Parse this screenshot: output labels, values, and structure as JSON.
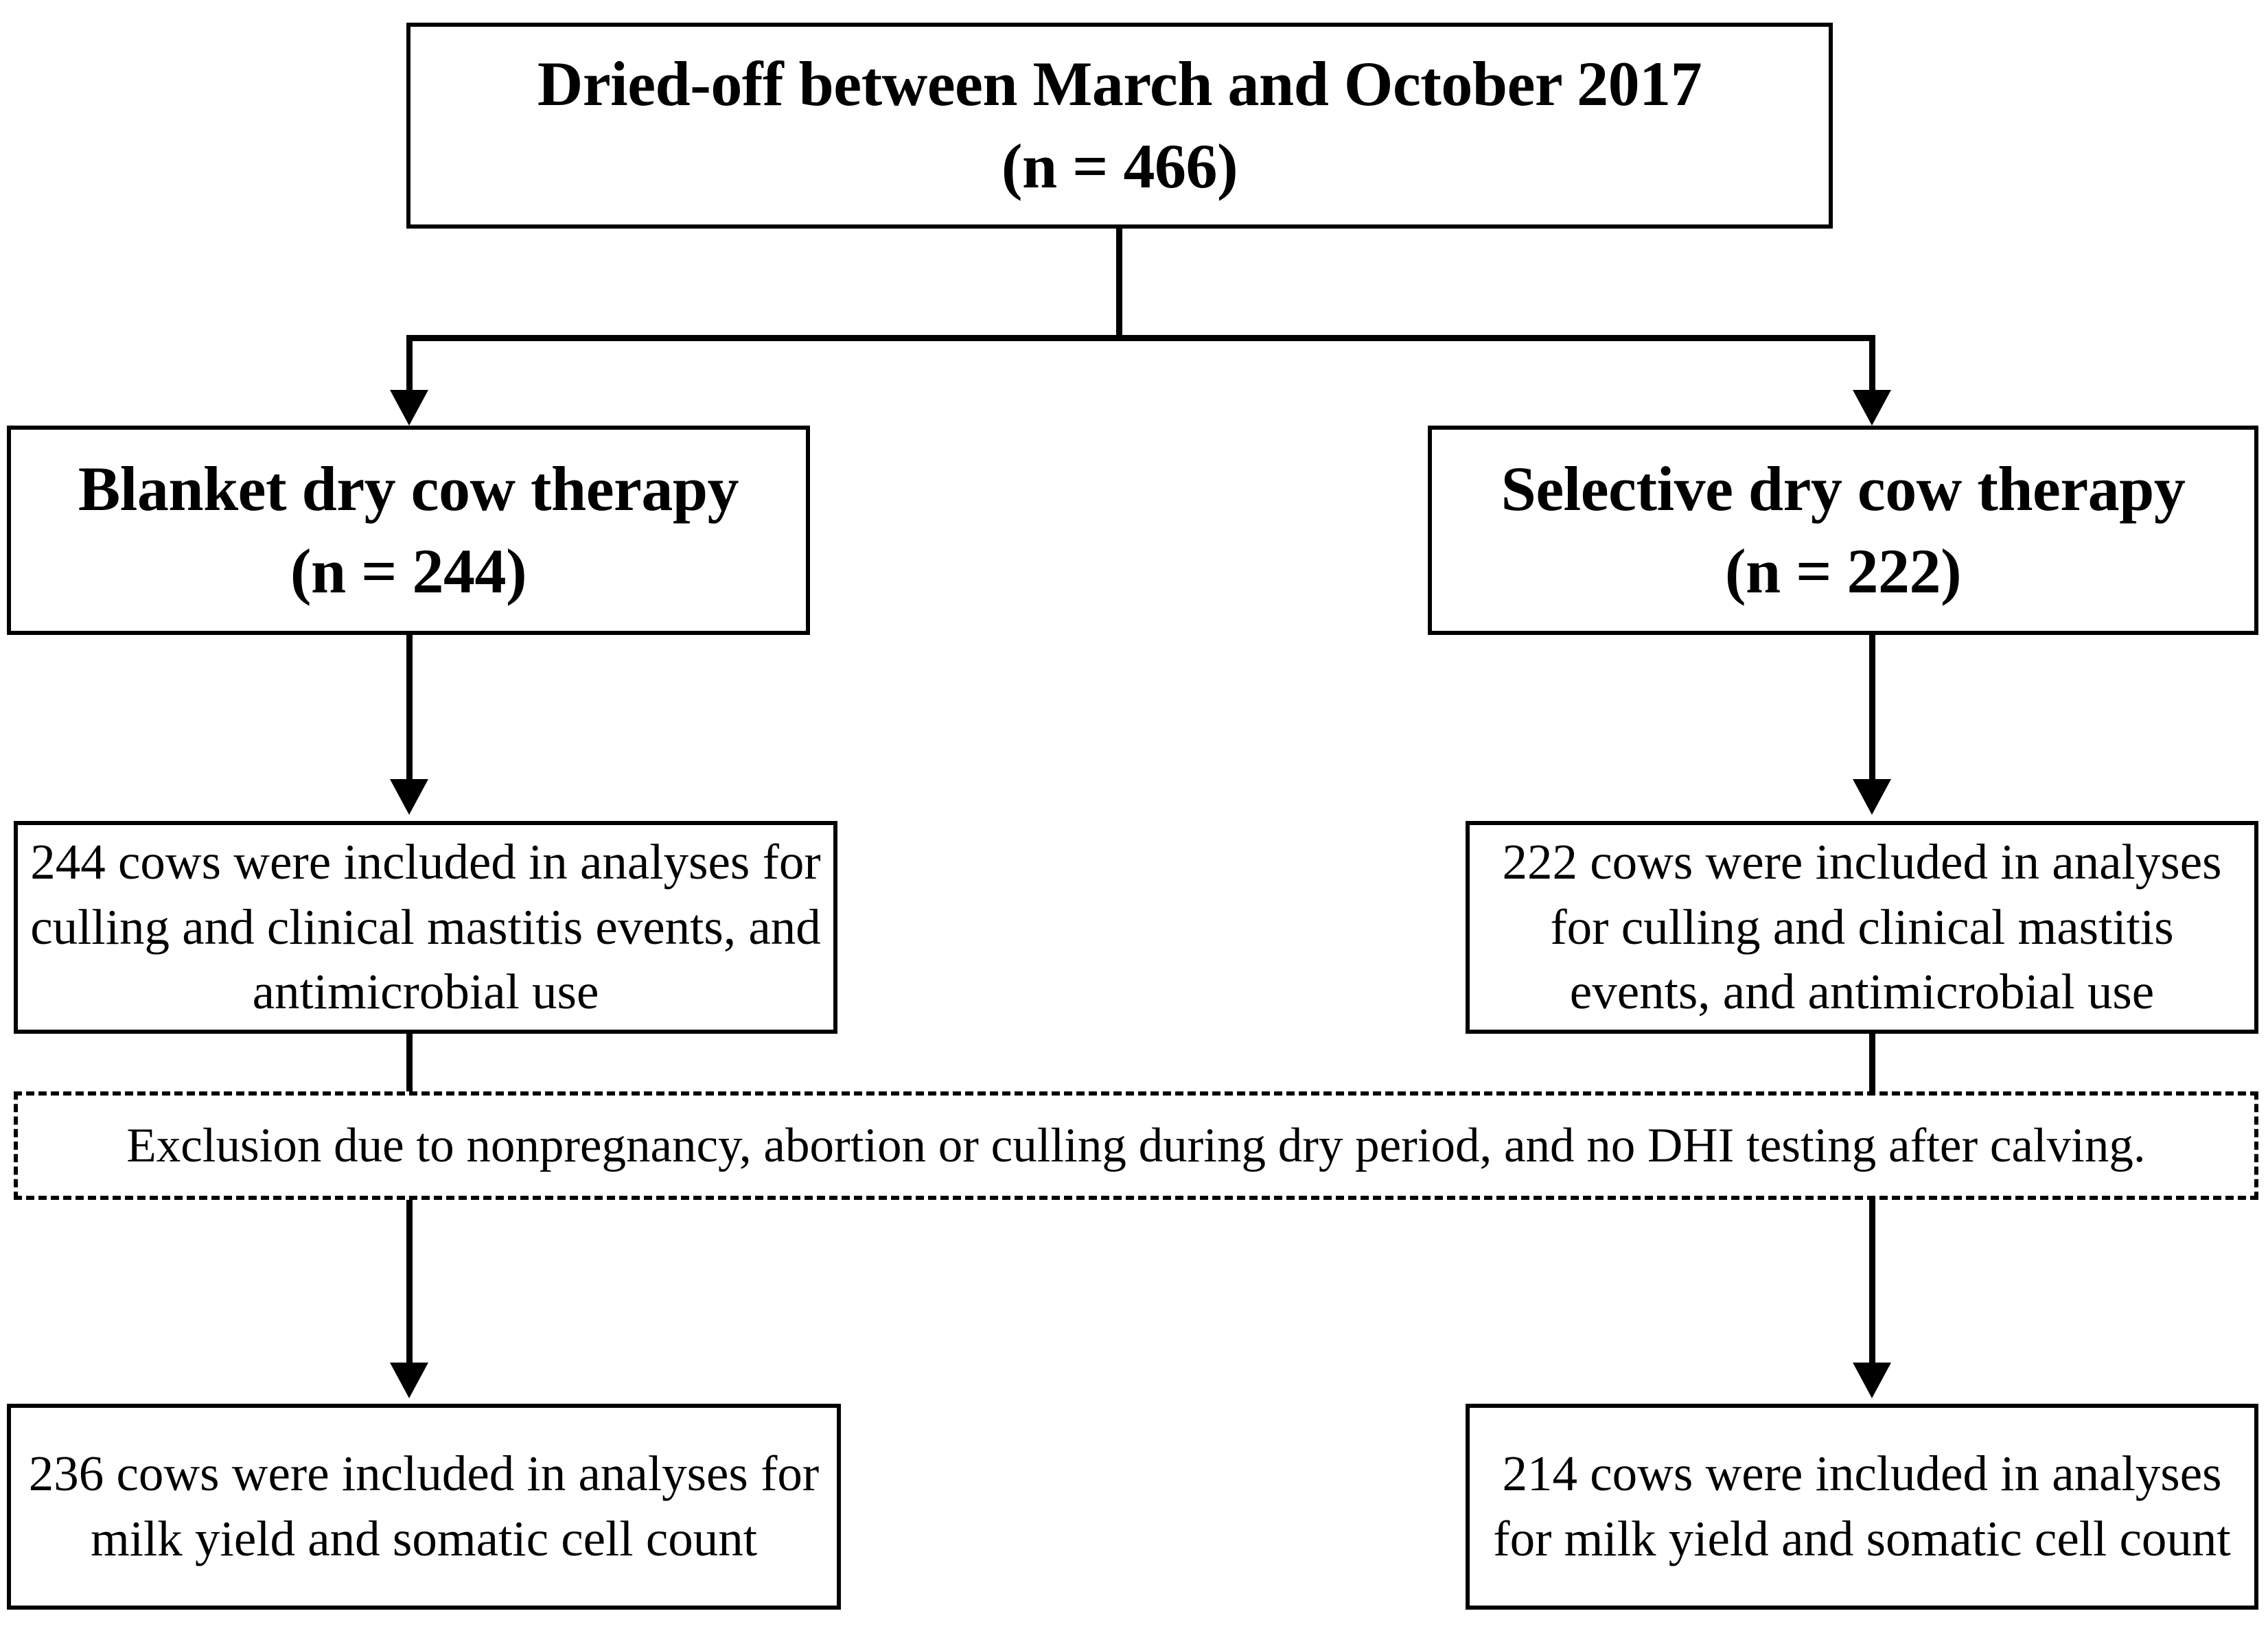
{
  "diagram": {
    "title_node": {
      "id": "dried-off-total",
      "text": "Dried-off between March and October 2017\n(n = 466)"
    },
    "arms": [
      {
        "id": "blanket",
        "therapy": {
          "name": "Blanket dry cow therapy",
          "n_label": "(n = 244)",
          "text": "Blanket dry cow therapy\n(n = 244)",
          "n": 244
        },
        "analysis_primary": {
          "text": "244 cows were included in analyses for culling and clinical mastitis events, and antimicrobial use",
          "n": 244
        },
        "analysis_secondary": {
          "text": "236 cows were included in analyses for milk yield and somatic cell count",
          "n": 236
        }
      },
      {
        "id": "selective",
        "therapy": {
          "name": "Selective dry cow therapy",
          "n_label": "(n = 222)",
          "text": "Selective dry cow therapy\n(n = 222)",
          "n": 222
        },
        "analysis_primary": {
          "text": "222 cows were included in analyses for culling and clinical mastitis events, and antimicrobial use",
          "n": 222
        },
        "analysis_secondary": {
          "text": "214 cows were included in analyses for milk yield and somatic cell count",
          "n": 214
        }
      }
    ],
    "exclusion_note": {
      "id": "exclusion-band",
      "text": "Exclusion due to nonpregnancy, abortion or culling during dry period, and no DHI testing after calving."
    },
    "colors": {
      "line": "#000000",
      "box_fill": "#ffffff",
      "text": "#000000"
    }
  }
}
